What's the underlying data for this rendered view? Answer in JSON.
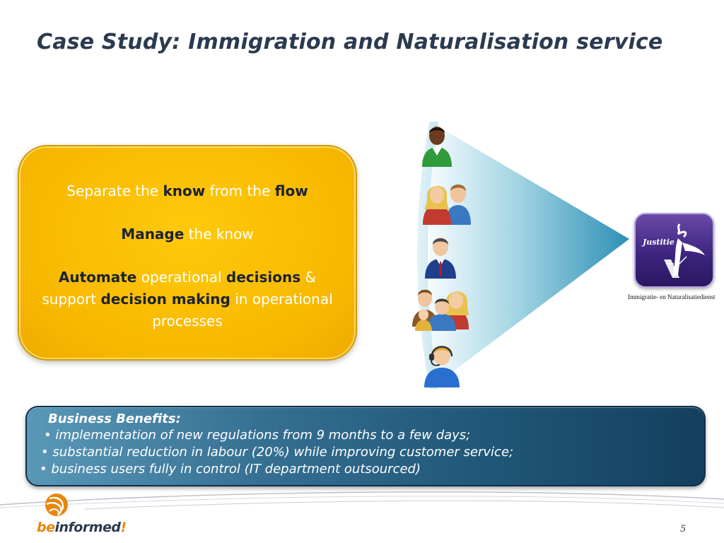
{
  "slide": {
    "title": "Case Study: Immigration and Naturalisation service",
    "page_number": "5"
  },
  "principles": {
    "line1": {
      "pre": "Separate the ",
      "know": "know",
      "mid": " from the ",
      "flow": "flow"
    },
    "line2": {
      "manage": "Manage",
      "rest": " the know"
    },
    "line3": {
      "automate": "Automate",
      "t1": " operational ",
      "decisions": "decisions",
      "t2": " & support ",
      "decision_making": "decision making",
      "t3": " in operational processes"
    }
  },
  "logo": {
    "justitie_word": "Justitie",
    "caption": "Immigratie- en Naturalisatiedienst"
  },
  "benefits": {
    "title": "Business Benefits:",
    "items": [
      "• implementation of new regulations from 9 months to a few days;",
      "• substantial reduction in labour (20%) while improving customer service;",
      "• business users fully in control (IT department outsourced)"
    ]
  },
  "brand": {
    "be": "be",
    "informed": "informed",
    "exclaim": "!"
  },
  "icons": [
    "person-icon",
    "couple-icon",
    "businessman-icon",
    "family-icon",
    "headset-agent-icon",
    "beinformed-logo-icon",
    "justitie-logo-icon"
  ],
  "colors": {
    "title": "#2b3a4f",
    "yellow_box": "#f7b800",
    "benefits_box": "#1f5576",
    "brand_orange": "#e8860b",
    "justitie_purple": "#3d2580"
  }
}
